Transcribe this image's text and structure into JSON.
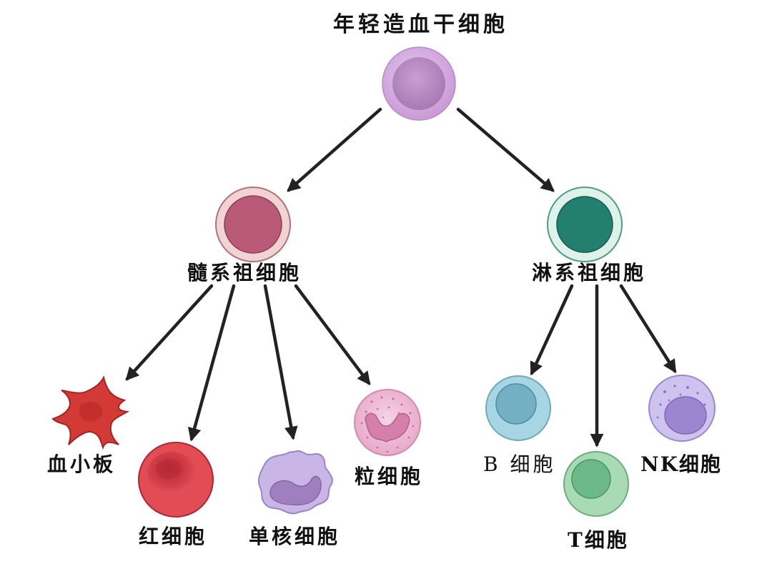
{
  "nodes": {
    "root": "年轻造血干细胞",
    "myeloid": "髓系祖细胞",
    "lymphoid": "淋系祖细胞",
    "platelet": "血小板",
    "rbc": "红细胞",
    "monocyte": "单核细胞",
    "granulocyte": "粒细胞",
    "b_cell": "B 细胞",
    "t_cell": "T细胞",
    "nk_cell": "NK细胞"
  },
  "colors": {
    "arrow": "#222222",
    "stem": "#c99ad6",
    "myeloid": "#b85a78",
    "lymphoid": "#23806f",
    "platelet": "#d33a36",
    "rbc": "#d94148",
    "monocyte": "#b7a0d9",
    "granulocyte": "#eab1cf",
    "b_cell": "#8ec6d7",
    "t_cell": "#8ccd9e",
    "nk_cell": "#b3a3df"
  },
  "icons": [
    "stem-cell-icon",
    "myeloid-progenitor-icon",
    "lymphoid-progenitor-icon",
    "platelet-icon",
    "red-blood-cell-icon",
    "monocyte-icon",
    "granulocyte-icon",
    "b-cell-icon",
    "t-cell-icon",
    "nk-cell-icon"
  ]
}
